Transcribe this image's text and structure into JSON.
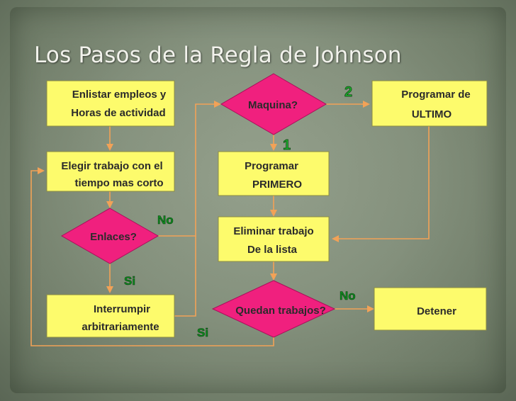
{
  "title": "Los Pasos de la Regla de Johnson",
  "nodes": {
    "enlistar": {
      "line1": "Enlistar empleos y",
      "line2": "Horas de actividad"
    },
    "elegir": {
      "line1": "Elegir trabajo con el",
      "line2": "tiempo mas corto"
    },
    "enlaces": {
      "line1": "Enlaces?"
    },
    "interrumpir": {
      "line1": "Interrumpir",
      "line2": "arbitrariamente"
    },
    "maquina": {
      "line1": "Maquina?"
    },
    "programar_primero": {
      "line1": "Programar",
      "line2": "PRIMERO"
    },
    "eliminar": {
      "line1": "Eliminar trabajo",
      "line2": "De la lista"
    },
    "quedan": {
      "line1": "Quedan trabajos?"
    },
    "programar_ultimo": {
      "line1": "Programar de",
      "line2": "ULTIMO"
    },
    "detener": {
      "line1": "Detener"
    }
  },
  "edge_labels": {
    "enlaces_no": "No",
    "enlaces_si": "Si",
    "maquina_2": "2",
    "maquina_1": "1",
    "quedan_no": "No",
    "quedan_si": "Si"
  },
  "colors": {
    "box_fill": "#fdfb6c",
    "diamond_fill": "#f0207e",
    "connector": "#f2a257",
    "label_green": "#0f8f1f",
    "background": "#818e7a"
  }
}
